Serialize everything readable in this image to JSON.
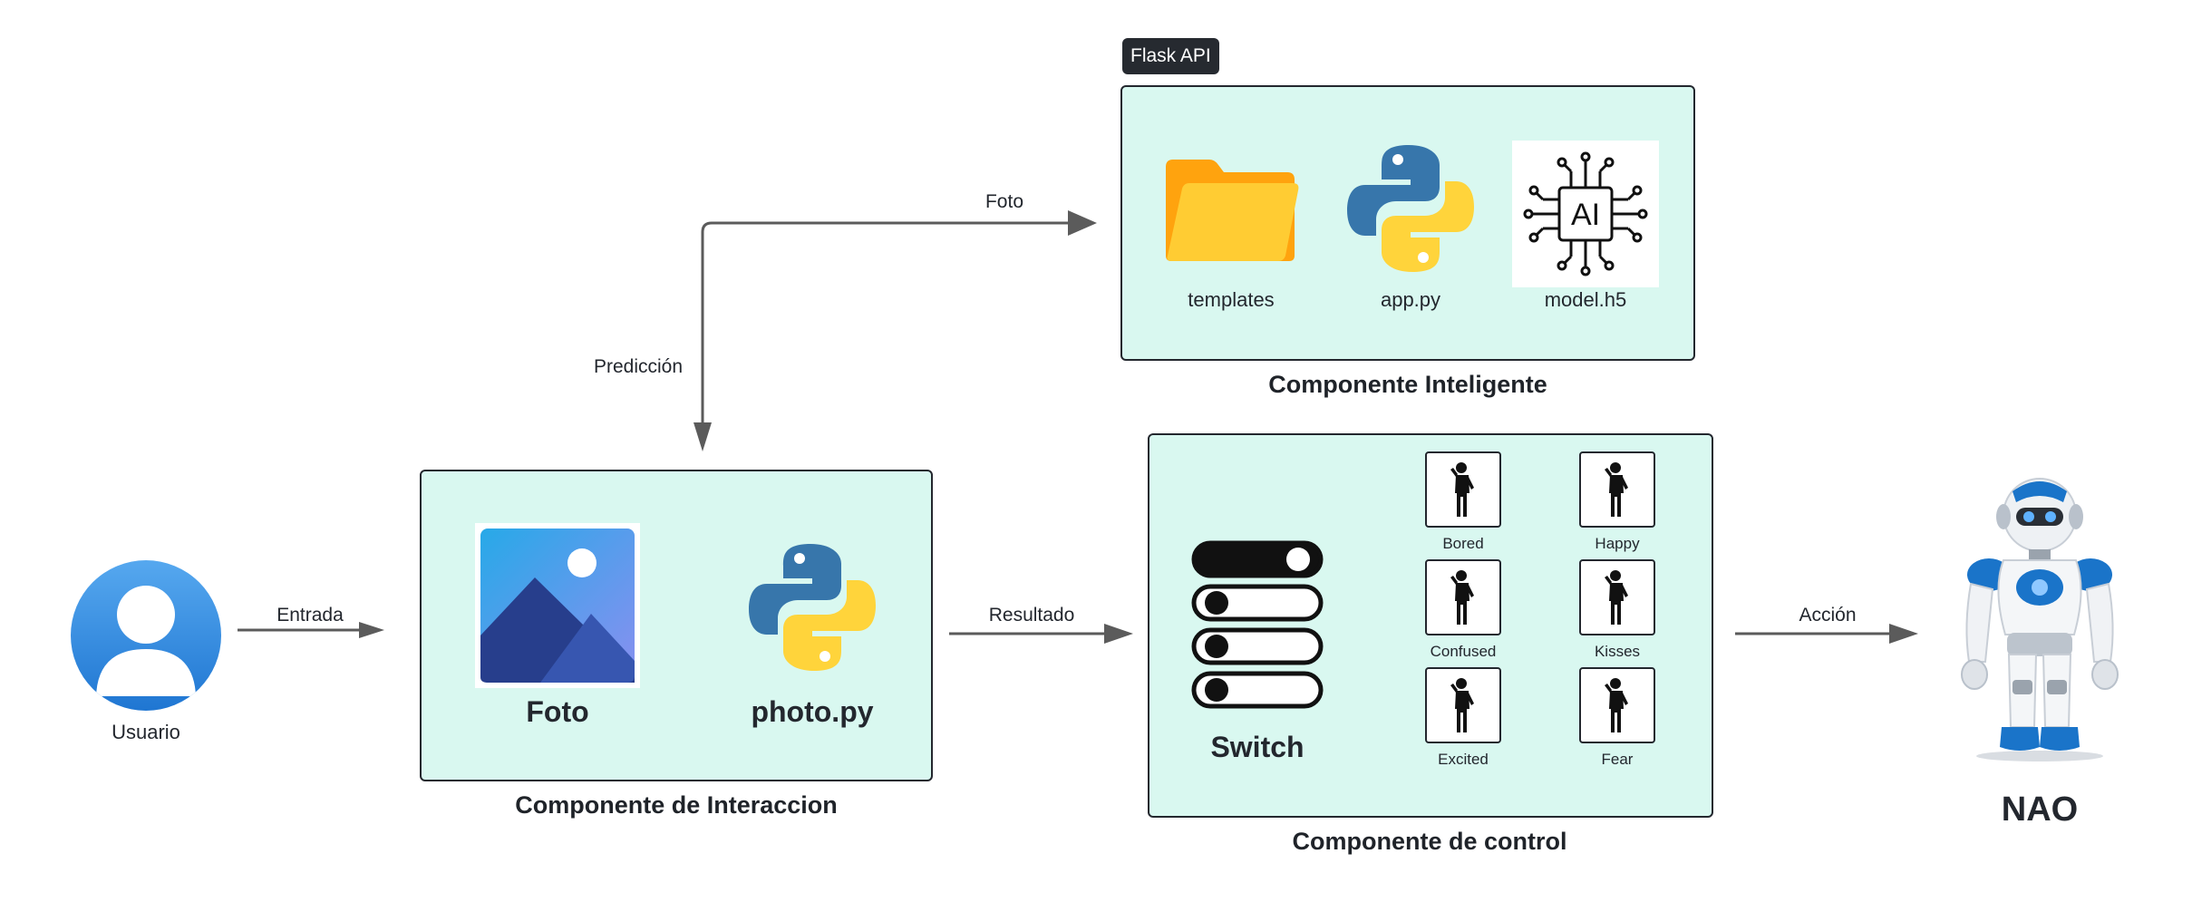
{
  "flask_api": {
    "badge": "Flask API"
  },
  "inteligente": {
    "caption": "Componente Inteligente",
    "items": [
      {
        "label": "templates",
        "icon": "folder-icon"
      },
      {
        "label": "app.py",
        "icon": "python-icon"
      },
      {
        "label": "model.h5",
        "icon": "ai-chip-icon"
      }
    ],
    "chip_text": "AI"
  },
  "interaccion": {
    "caption": "Componente de Interaccion",
    "foto_label": "Foto",
    "photo_py_label": "photo.py"
  },
  "control": {
    "caption": "Componente de control",
    "switch_label": "Switch",
    "emotions": [
      "Bored",
      "Happy",
      "Confused",
      "Kisses",
      "Excited",
      "Fear"
    ]
  },
  "usuario": {
    "label": "Usuario"
  },
  "nao": {
    "label": "NAO"
  },
  "arrows": {
    "entrada": "Entrada",
    "resultado": "Resultado",
    "accion": "Acción",
    "foto": "Foto",
    "prediccion": "Predicción"
  },
  "colors": {
    "box_fill": "#d9f8f0",
    "box_border": "#23272e",
    "arrow": "#5b5b5b",
    "user_blue": "#2a86e0",
    "python_blue": "#3776ab",
    "python_yellow": "#ffd43b",
    "folder_orange": "#ffa30e"
  }
}
